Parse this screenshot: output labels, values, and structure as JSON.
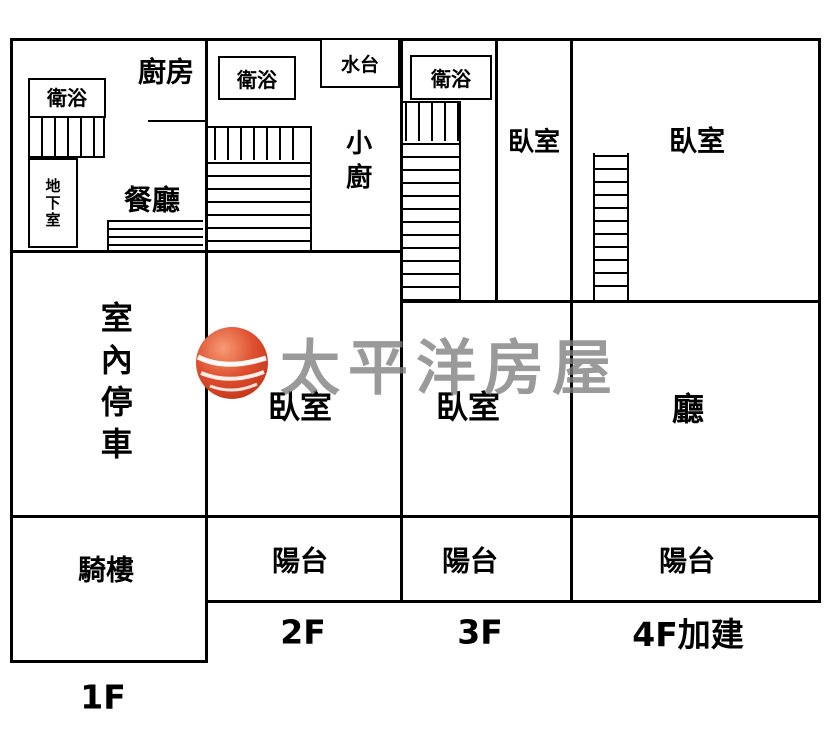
{
  "watermark": {
    "text": "太平洋房屋",
    "logo_color": "#d84a2b"
  },
  "floor1": {
    "label": "1F",
    "bath": "衛浴",
    "kitchen": "廚房",
    "basement": "地下室",
    "dining": "餐廳",
    "parking": "室內停車",
    "arcade": "騎樓"
  },
  "floor2": {
    "label": "2F",
    "bath": "衛浴",
    "water_counter": "水台",
    "small_kitchen": "小廚",
    "bedroom": "臥室",
    "balcony": "陽台"
  },
  "floor3": {
    "label": "3F",
    "bath": "衛浴",
    "bedroom_upper": "臥室",
    "bedroom": "臥室",
    "balcony": "陽台"
  },
  "floor4": {
    "label": "4F加建",
    "bedroom": "臥室",
    "living": "廳",
    "balcony": "陽台"
  }
}
